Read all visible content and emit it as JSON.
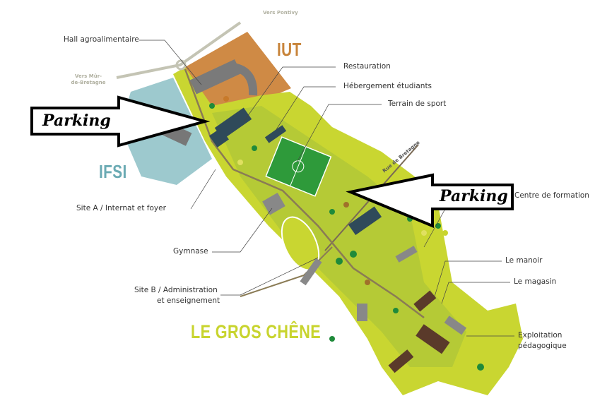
{
  "title": "LE GROS CHÊNE",
  "zones": {
    "iut": "IUT",
    "ifsi": "IFSI"
  },
  "directions": {
    "pontivy": "Vers Pontivy",
    "mur": "Vers Mûr-de-Bretagne"
  },
  "street": "Rue de Bretagne",
  "labels": {
    "hall": "Hall agroalimentaire",
    "restauration": "Restauration",
    "hebergement": "Hébergement étudiants",
    "terrain": "Terrain de sport",
    "centre": "Centre de formation",
    "manoir": "Le manoir",
    "magasin": "Le magasin",
    "exploitation_1": "Exploitation",
    "exploitation_2": "pédagogique",
    "site_a": "Site A / Internat et foyer",
    "gymnase": "Gymnase",
    "site_b_1": "Site B / Administration",
    "site_b_2": "et enseignement"
  },
  "annotations": {
    "parking_left": "Parking",
    "parking_right": "Parking"
  },
  "colors": {
    "iut": "#c8843a",
    "ifsi": "#6aaab3",
    "site": "#c8d42e",
    "field": "#2e9a3a"
  }
}
